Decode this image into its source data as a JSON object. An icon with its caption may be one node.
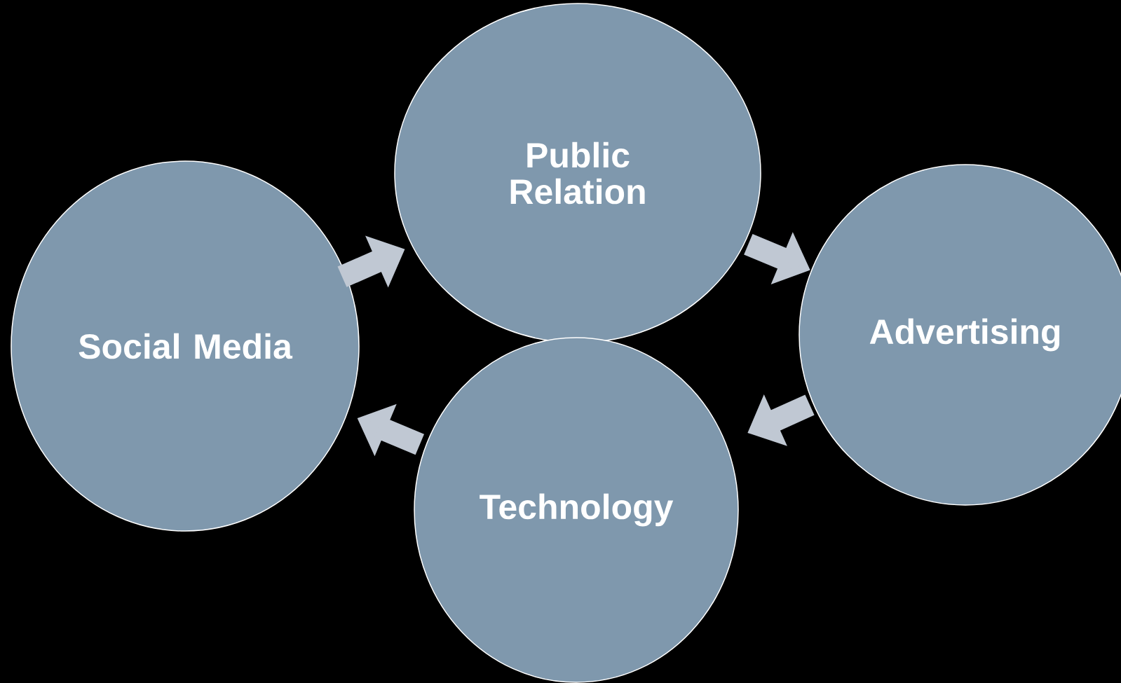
{
  "diagram": {
    "nodes": [
      {
        "text": [
          "Social Media"
        ]
      },
      {
        "text": [
          "Public Relation"
        ]
      },
      {
        "text": [
          "Advertising"
        ]
      },
      {
        "text": [
          "Technology"
        ]
      }
    ],
    "edges": [
      {
        "from": 0,
        "to": 1,
        "arrow": "to"
      },
      {
        "from": 1,
        "to": 2,
        "arrow": "to"
      },
      {
        "from": 2,
        "to": 3,
        "arrow": "to"
      },
      {
        "from": 3,
        "to": 0,
        "arrow": "to"
      }
    ]
  }
}
